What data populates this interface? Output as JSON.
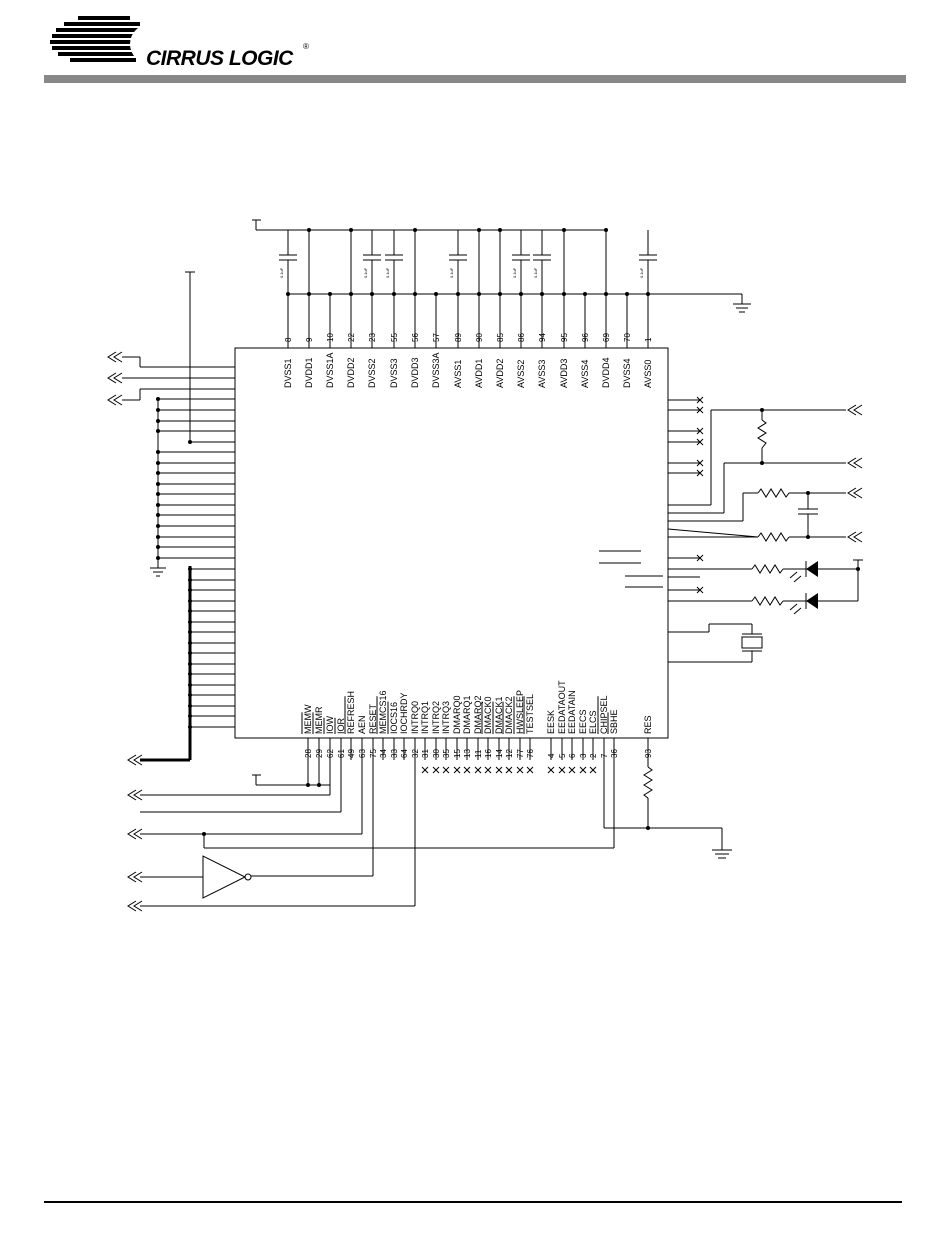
{
  "header": {
    "logo_text": "CIRRUS LOGIC",
    "registered_mark": "®"
  },
  "chip": {
    "top_pins": [
      {
        "name": "DVSS1",
        "num": "8"
      },
      {
        "name": "DVDD1",
        "num": "9"
      },
      {
        "name": "DVSS1A",
        "num": "10"
      },
      {
        "name": "DVDD2",
        "num": "22"
      },
      {
        "name": "DVSS2",
        "num": "23"
      },
      {
        "name": "DVSS3",
        "num": "55"
      },
      {
        "name": "DVDD3",
        "num": "56"
      },
      {
        "name": "DVSS3A",
        "num": "57"
      },
      {
        "name": "AVSS1",
        "num": "89"
      },
      {
        "name": "AVDD1",
        "num": "90"
      },
      {
        "name": "AVDD2",
        "num": "85"
      },
      {
        "name": "AVSS2",
        "num": "86"
      },
      {
        "name": "AVSS3",
        "num": "94"
      },
      {
        "name": "AVDD3",
        "num": "95"
      },
      {
        "name": "AVSS4",
        "num": "96"
      },
      {
        "name": "DVDD4",
        "num": "69"
      },
      {
        "name": "DVSS4",
        "num": "70"
      },
      {
        "name": "AVSS0",
        "num": "1"
      }
    ],
    "bottom_pins": [
      {
        "name": "MEMW",
        "num": "28",
        "overline": true
      },
      {
        "name": "MEMR",
        "num": "29",
        "overline": true
      },
      {
        "name": "IOW",
        "num": "62",
        "overline": true
      },
      {
        "name": "IOR",
        "num": "61",
        "overline": true
      },
      {
        "name": "REFRESH",
        "num": "49",
        "overline": true
      },
      {
        "name": "AEN",
        "num": "63",
        "overline": false
      },
      {
        "name": "RESET",
        "num": "75",
        "overline": false
      },
      {
        "name": "MEMCS16",
        "num": "34",
        "overline": true
      },
      {
        "name": "IOCS16",
        "num": "33",
        "overline": true
      },
      {
        "name": "IOCHRDY",
        "num": "64",
        "overline": false
      },
      {
        "name": "INTRQ0",
        "num": "32",
        "overline": false
      },
      {
        "name": "INTRQ1",
        "num": "31",
        "overline": false
      },
      {
        "name": "INTRQ2",
        "num": "30",
        "overline": false
      },
      {
        "name": "INTRQ3",
        "num": "35",
        "overline": false
      },
      {
        "name": "DMARQ0",
        "num": "15",
        "overline": false
      },
      {
        "name": "DMARQ1",
        "num": "13",
        "overline": false
      },
      {
        "name": "DMARQ2",
        "num": "11",
        "overline": false
      },
      {
        "name": "DMACK0",
        "num": "16",
        "overline": true
      },
      {
        "name": "DMACK1",
        "num": "14",
        "overline": true
      },
      {
        "name": "DMACK2",
        "num": "12",
        "overline": true
      },
      {
        "name": "HWSLEEP",
        "num": "77",
        "overline": true
      },
      {
        "name": "TESTSEL",
        "num": "76",
        "overline": true
      },
      {
        "name": "EESK",
        "num": "4",
        "overline": false
      },
      {
        "name": "EEDATAOUT",
        "num": "5",
        "overline": false
      },
      {
        "name": "EEDATAIN",
        "num": "6",
        "overline": false
      },
      {
        "name": "EECS",
        "num": "3",
        "overline": false
      },
      {
        "name": "ELCS",
        "num": "2",
        "overline": false
      },
      {
        "name": "CHIPSEL",
        "num": "7",
        "overline": true
      },
      {
        "name": "SBHE",
        "num": "36",
        "overline": true
      },
      {
        "name": "RES",
        "num": "93",
        "overline": false
      }
    ]
  },
  "capacitor_label": "0.1uF"
}
